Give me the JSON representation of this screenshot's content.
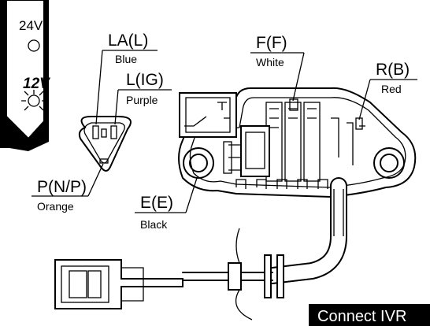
{
  "voltage_tag": {
    "v24": "24V",
    "v12": "12V"
  },
  "connector_labels": {
    "la": {
      "terminal": "LA(L)",
      "wire": "Blue"
    },
    "l": {
      "terminal": "L(IG)",
      "wire": "Purple"
    },
    "p": {
      "terminal": "P(N/P)",
      "wire": "Orange"
    }
  },
  "regulator_labels": {
    "f": {
      "terminal": "F(F)",
      "wire": "White"
    },
    "r": {
      "terminal": "R(B)",
      "wire": "Red"
    },
    "e": {
      "terminal": "E(E)",
      "wire": "Black"
    }
  },
  "banner": {
    "text": "Connect IVR",
    "color": "#000000"
  }
}
